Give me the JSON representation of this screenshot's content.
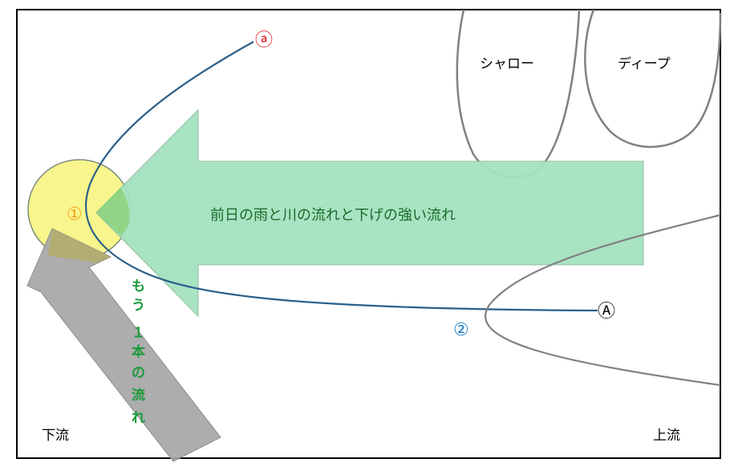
{
  "labels": {
    "shallow": "シャロー",
    "deep": "ディープ",
    "main_current": "前日の雨と川の流れと下げの強い流れ",
    "side_current": [
      "も",
      "う",
      "１",
      "本",
      "の",
      "流",
      "れ"
    ],
    "downstream": "下流",
    "upstream": "上流"
  },
  "markers": {
    "point_1": "①",
    "point_2": "②",
    "point_a_lower": "ⓐ",
    "point_a_upper": "Ⓐ"
  },
  "colors": {
    "frame": "#000000",
    "main_arrow_fill": "#a3e1bf",
    "side_arrow_fill": "#a6a6a6",
    "circle_fill": "#f7f58c",
    "red_line": "#2b5f8a",
    "gray_line": "#808080",
    "label_green": "#1a9a3a",
    "marker_orange": "#f5a623",
    "marker_blue": "#1f7fc4",
    "marker_red": "#e0141c"
  }
}
